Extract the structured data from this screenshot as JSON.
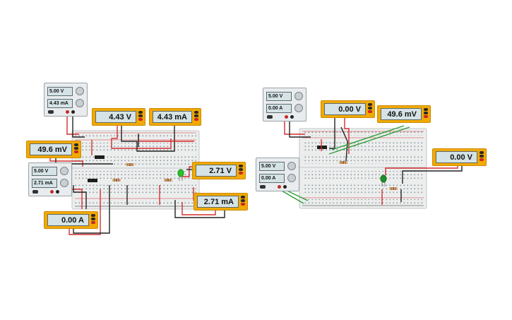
{
  "colors": {
    "meter_body": "#f2a900",
    "lcd": "#d5e3e6",
    "breadboard": "#eceeee",
    "wire_red": "#d32f2f",
    "wire_black": "#222222",
    "wire_green": "#2e9d3a",
    "led_green": "#27c427"
  },
  "left_circuit": {
    "supply_top": {
      "voltage": "5.00 V",
      "current": "4.43 mA"
    },
    "supply_bottom": {
      "voltage": "5.00 V",
      "current": "2.71 mA"
    },
    "meters": {
      "voltage_top": "4.43 V",
      "current_top": "4.43 mA",
      "left_mv": "49.6 mV",
      "led_voltage": "2.71 V",
      "led_current": "2.71 mA",
      "bottom_current": "0.00 A"
    }
  },
  "right_circuit": {
    "supply_top": {
      "voltage": "5.00 V",
      "current": "0.00 A"
    },
    "supply_bottom": {
      "voltage": "5.00 V",
      "current": "0.00 A"
    },
    "meters": {
      "voltage_top": "0.00 V",
      "mv_meter": "49.6 mV",
      "right_voltage": "0.00 V"
    }
  }
}
